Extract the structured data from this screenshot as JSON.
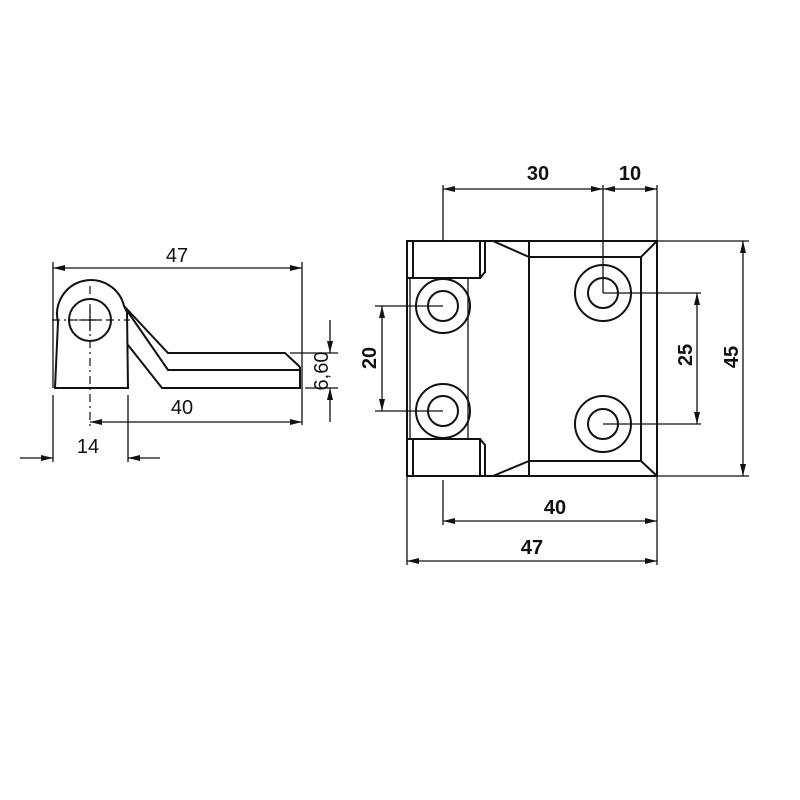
{
  "side_view": {
    "overall_length": "47",
    "pivot_to_end": "40",
    "body_width": "14",
    "thickness": "6,60"
  },
  "top_view": {
    "edge_to_hole": "30",
    "hole_to_edge": "10",
    "left_hole_spacing": "20",
    "right_hole_spacing": "25",
    "height": "45",
    "plate_width": "40",
    "overall_width": "47"
  }
}
